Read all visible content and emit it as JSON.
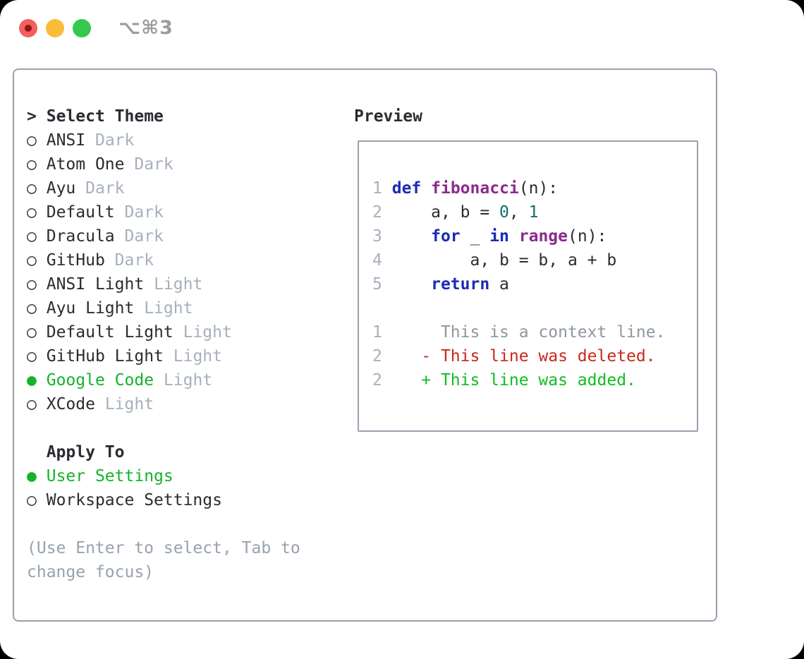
{
  "window": {
    "title": "⌥⌘3",
    "traffic_lights": {
      "close": "close-button",
      "minimize": "minimize-button",
      "zoom": "zoom-button"
    }
  },
  "markers": {
    "selected": "●",
    "unselected": "○",
    "cursor": ">"
  },
  "theme_selector": {
    "header": "Select Theme",
    "items": [
      {
        "label": "ANSI",
        "variant": "Dark",
        "selected": false
      },
      {
        "label": "Atom One",
        "variant": "Dark",
        "selected": false
      },
      {
        "label": "Ayu",
        "variant": "Dark",
        "selected": false
      },
      {
        "label": "Default",
        "variant": "Dark",
        "selected": false
      },
      {
        "label": "Dracula",
        "variant": "Dark",
        "selected": false
      },
      {
        "label": "GitHub",
        "variant": "Dark",
        "selected": false
      },
      {
        "label": "ANSI Light",
        "variant": "Light",
        "selected": false
      },
      {
        "label": "Ayu Light",
        "variant": "Light",
        "selected": false
      },
      {
        "label": "Default Light",
        "variant": "Light",
        "selected": false
      },
      {
        "label": "GitHub Light",
        "variant": "Light",
        "selected": false
      },
      {
        "label": "Google Code",
        "variant": "Light",
        "selected": true
      },
      {
        "label": "XCode",
        "variant": "Light",
        "selected": false
      }
    ]
  },
  "apply_to": {
    "header": "Apply To",
    "items": [
      {
        "label": "User Settings",
        "selected": true
      },
      {
        "label": "Workspace Settings",
        "selected": false
      }
    ]
  },
  "hint": "(Use Enter to select, Tab to change focus)",
  "preview": {
    "header": "Preview",
    "code_lines": [
      {
        "num": "1",
        "tokens": [
          {
            "t": "def",
            "c": "keyword"
          },
          {
            "t": " ",
            "c": "plain"
          },
          {
            "t": "fibonacci",
            "c": "function"
          },
          {
            "t": "(n):",
            "c": "plain"
          }
        ]
      },
      {
        "num": "2",
        "tokens": [
          {
            "t": "    a, b = ",
            "c": "plain"
          },
          {
            "t": "0",
            "c": "number"
          },
          {
            "t": ", ",
            "c": "plain"
          },
          {
            "t": "1",
            "c": "number"
          }
        ]
      },
      {
        "num": "3",
        "tokens": [
          {
            "t": "    ",
            "c": "plain"
          },
          {
            "t": "for",
            "c": "keyword"
          },
          {
            "t": " _ ",
            "c": "plain"
          },
          {
            "t": "in",
            "c": "keyword"
          },
          {
            "t": " ",
            "c": "plain"
          },
          {
            "t": "range",
            "c": "function"
          },
          {
            "t": "(n):",
            "c": "plain"
          }
        ]
      },
      {
        "num": "4",
        "tokens": [
          {
            "t": "        a, b = b, a + b",
            "c": "plain"
          }
        ]
      },
      {
        "num": "5",
        "tokens": [
          {
            "t": "    ",
            "c": "plain"
          },
          {
            "t": "return",
            "c": "keyword"
          },
          {
            "t": " a",
            "c": "plain"
          }
        ]
      }
    ],
    "diff_lines": [
      {
        "num": "1",
        "kind": "context",
        "text": "      This is a context line."
      },
      {
        "num": "2",
        "kind": "deleted",
        "text": "    - This line was deleted."
      },
      {
        "num": "2",
        "kind": "added",
        "text": "    + This line was added."
      }
    ]
  },
  "colors": {
    "ink": "#2b2b32",
    "muted": "#a7b0bd",
    "hint": "#98a2af",
    "border": "#99a2ad",
    "accent": "#13b32a",
    "red": "#c9281c",
    "added": "#0fbe1e",
    "ctx": "#8e97a0",
    "lineno": "#a6b0bd",
    "kw": "#1b2cb5",
    "fn": "#8b2b8e",
    "num": "#0e6f6e",
    "title": "#9b9b9b",
    "lred": "#f2605e",
    "ldot": "#8c1a12",
    "lyellow": "#f9bd3a",
    "lgreen": "#36c84b"
  }
}
